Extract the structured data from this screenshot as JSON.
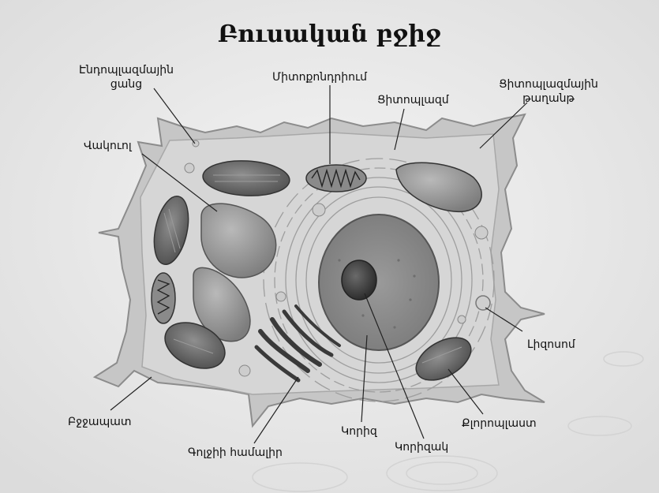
{
  "title": "Բուսական բջիջ",
  "labels": {
    "er": "Էնդոպլազմային ցանց",
    "vacuole": "Վակուոլ",
    "mitochondrion": "Միտոքոնդրիում",
    "cytoplasm": "Ցիտոպլազմ",
    "cytoplasmic_membrane": "Ցիտոպլազմային թաղանթ",
    "lysosome": "Լիզոսոմ",
    "cell_wall": "Բջջապատ",
    "golgi": "Գոլջիի համալիր",
    "nucleus": "Կորիզ",
    "nucleolus": "Կորիզակ",
    "chloroplast": "Քլորոպլաստ"
  }
}
